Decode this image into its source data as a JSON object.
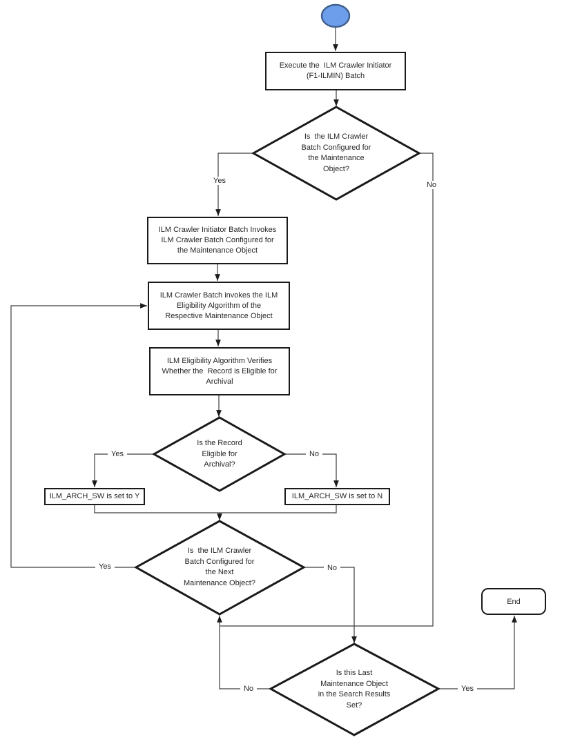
{
  "nodes": {
    "execute_batch": "Execute the  ILM Crawler Initiator\n(F1-ILMIN) Batch",
    "d_batch_configured": "Is  the ILM Crawler\nBatch Configured for\nthe Maintenance\nObject?",
    "initiator_invokes": "ILM Crawler Initiator Batch Invokes\nILM Crawler Batch Configured for\nthe Maintenance Object",
    "crawler_invokes": "ILM Crawler Batch invokes the ILM\nEligibility Algorithm of the\nRespective Maintenance Object",
    "eligibility_verifies": "ILM Eligibility Algorithm Verifies\nWhether the  Record is Eligible for\nArchival",
    "d_record_eligible": "Is the Record\nEligible for\nArchival?",
    "arch_sw_y": "ILM_ARCH_SW is set to Y",
    "arch_sw_n": "ILM_ARCH_SW is set to N",
    "d_next_mo": "Is  the ILM Crawler\nBatch Configured for\nthe Next\nMaintenance Object?",
    "d_last_mo": "Is this Last\nMaintenance Object\nin the Search Results\nSet?",
    "end": "End"
  },
  "edge_labels": {
    "batch_configured_yes": "Yes",
    "batch_configured_no": "No",
    "record_eligible_yes": "Yes",
    "record_eligible_no": "No",
    "next_mo_yes": "Yes",
    "next_mo_no": "No",
    "last_mo_no": "No",
    "last_mo_yes": "Yes"
  },
  "colors": {
    "start_fill": "#6d9eeb",
    "start_stroke": "#40618e",
    "shape_stroke": "#1a1a1a",
    "connector": "#3d3d3d",
    "text": "#262626"
  }
}
